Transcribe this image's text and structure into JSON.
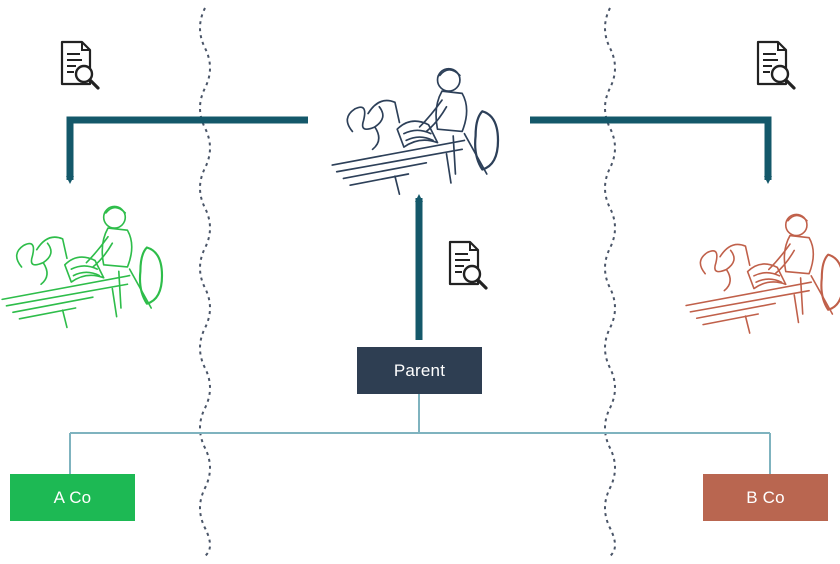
{
  "nodes": {
    "parent": {
      "label": "Parent",
      "color": "#2e3e52"
    },
    "a_co": {
      "label": "A Co",
      "color": "#1db954"
    },
    "b_co": {
      "label": "B Co",
      "color": "#b96650"
    }
  },
  "colors": {
    "arrow": "#14586a",
    "connector": "#7fb3bf",
    "boundary": "#4a5568",
    "worker_center": "#2d4059",
    "worker_left": "#2ebd4a",
    "worker_right": "#c0604a",
    "doc_icon": "#222222"
  },
  "icons": {
    "document_search": "document-search-icon",
    "worker": "person-at-desk-illustration"
  }
}
